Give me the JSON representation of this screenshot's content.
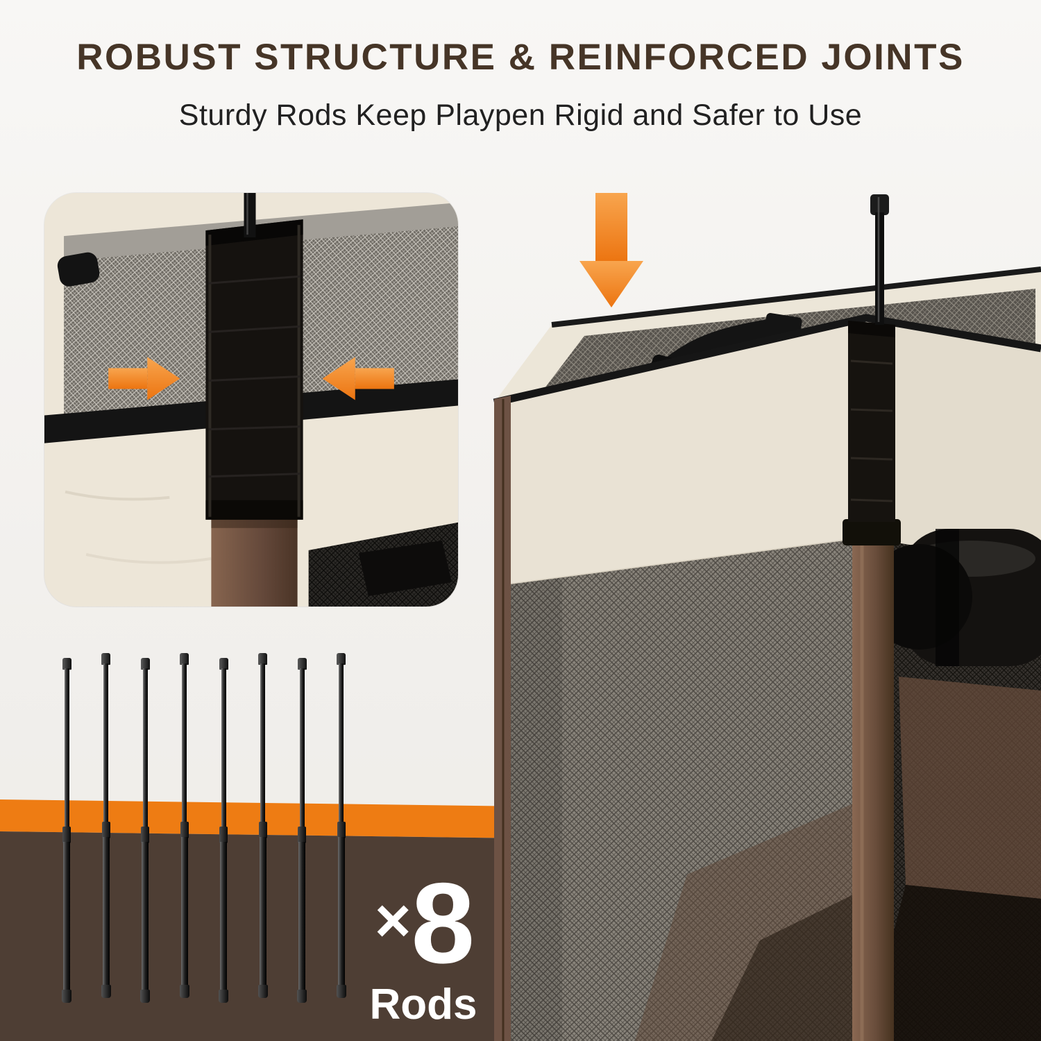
{
  "header": {
    "title": "ROBUST STRUCTURE & REINFORCED JOINTS",
    "subtitle": "Sturdy Rods Keep Playpen Rigid and Safer to Use"
  },
  "callout": {
    "multiplier_symbol": "×",
    "count": "8",
    "unit": "Rods",
    "rod_count": 8
  },
  "icons": {
    "down_arrow": "down-arrow-icon",
    "push_in_left": "right-arrow-icon",
    "push_in_right": "left-arrow-icon"
  },
  "colors": {
    "accent_orange": "#ee7c13",
    "title_brown": "#463527",
    "subtitle_dark": "#212121",
    "band_brown": "#4e3e34",
    "cream_fabric": "#ece5d7",
    "rod_black": "#161616",
    "pole_brown": "#6b4f3e",
    "background_light": "#f4f2ef",
    "count_text": "#ffffff"
  }
}
